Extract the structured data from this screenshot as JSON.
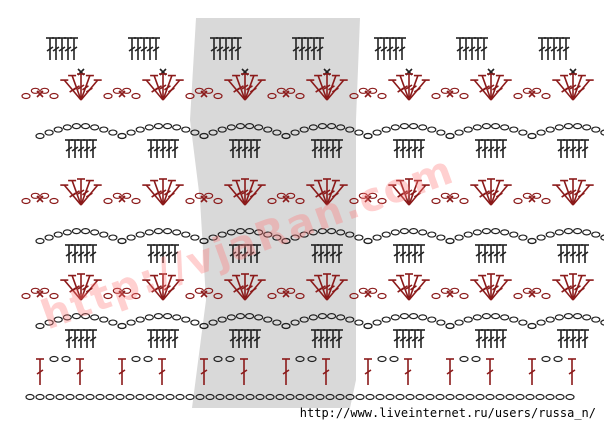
{
  "diagram": {
    "type": "crochet-chart",
    "repeat_highlight_color": "#d9d9d9",
    "colors": {
      "dark_stitch": "#222222",
      "red_stitch": "#8b1a1a",
      "watermark": "#ff8080"
    }
  },
  "watermark": {
    "text": "http://vjaRan.com"
  },
  "footer": {
    "url": "http://www.liveinternet.ru/users/russa_n/"
  }
}
